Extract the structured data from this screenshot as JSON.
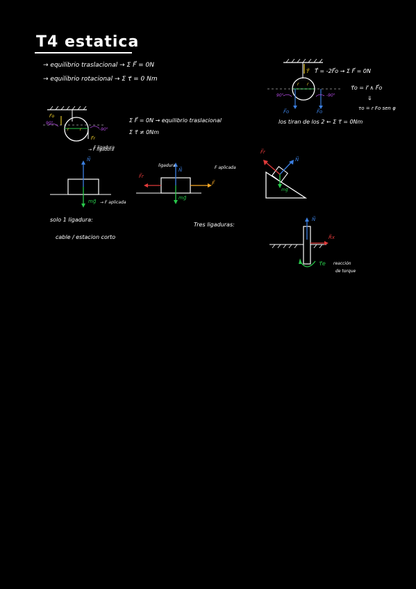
{
  "title": "T4 estatica",
  "conditions": {
    "trans": "→ equilibrio traslacional → Σ F⃗ = 0N",
    "rot": "→ equilibrio rotacional → Σ τ⃗ = 0 Nm"
  },
  "pulley_right": {
    "tension_eq": "T⃗ = -2F⃗o → Σ F⃗ = 0N",
    "torque_def": "τ⃗o = r⃗ ∧ F⃗o",
    "arrow_down": "⇓",
    "torque_mag": "τo = r Fo sen φ",
    "conclusion": "los tiran de los 2 ← Σ τ⃗ = 0Nm",
    "fo_left": "F⃗o",
    "fo_right": "F⃗o",
    "r_left": "r",
    "r_right": "r",
    "angle_left": "90°",
    "angle_right": "-90°",
    "t_label": "T⃗"
  },
  "pulley_left": {
    "fo": "F⃗o",
    "fr": "F⃗r",
    "r_left": "r",
    "r_right": "r",
    "angle_left": "90°",
    "angle_right": "-90°",
    "ligadura": "F ligadura",
    "eq1": "Σ F⃗ = 0N → equilibrio traslacional",
    "eq2": "Σ τ⃗ ≠ 0Nm"
  },
  "block1": {
    "ligadura": "→ F ligadura",
    "n": "N⃗",
    "mg": "mg⃗",
    "fapl": "→ F aplicada"
  },
  "block2": {
    "ligadura": "ligadura",
    "faplicada": "F aplicada",
    "fr": "F⃗r",
    "n": "N⃗",
    "mg": "mg⃗",
    "f": "F⃗"
  },
  "incline": {
    "fr": "F⃗r",
    "n": "N⃗",
    "mg": "mg⃗"
  },
  "notes": {
    "solo": "solo 1 ligadura:",
    "cable": "cable / estacion corto",
    "tres": "Tres ligaduras:"
  },
  "wall": {
    "n": "N⃗",
    "rx": "R⃗x",
    "tau": "τ⃗e",
    "reaccion1": "reacción",
    "reaccion2": "de torque"
  },
  "colors": {
    "yellow": "#f2d12c",
    "blue": "#3b7fe0",
    "green": "#28c84a",
    "red": "#e03a3a",
    "orange": "#f5a623",
    "purple": "#b04adf"
  }
}
